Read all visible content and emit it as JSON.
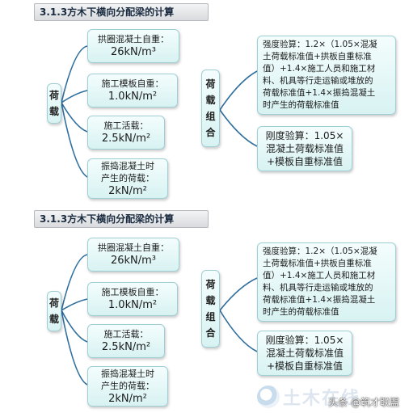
{
  "panels": [
    {
      "title": "3.1.3方木下横向分配梁的计算",
      "load": {
        "label_chars": [
          "荷",
          "载"
        ]
      },
      "loads": [
        {
          "label": "拱圈混凝土自重：",
          "value": "26kN/m³"
        },
        {
          "label": "施工模板自重：",
          "value": "1.0kN/m²"
        },
        {
          "label": "施工活载：",
          "value": "2.5kN/m²"
        },
        {
          "label_lines": [
            "振捣混凝土时",
            "产生的荷载："
          ],
          "value": "2kN/m²"
        }
      ],
      "combination": {
        "label_chars": [
          "荷",
          "载",
          "组",
          "合"
        ]
      },
      "strength_check": [
        "强度验算：1.2×（1.05×混凝",
        "土荷载标准值+拱板自重标准",
        "值）+1.4×施工人员和施工材",
        "料、机具等行走运输或堆放的",
        "荷载标准值+1.4×振捣混凝土",
        "时产生的荷载标准值"
      ],
      "stiffness_check": [
        "刚度验算：1.05×",
        "混凝土荷载标准值",
        "+模板自重标准值"
      ]
    },
    {
      "title": "3.1.3方木下横向分配梁的计算",
      "load": {
        "label_chars": [
          "荷",
          "载"
        ]
      },
      "loads": [
        {
          "label": "拱圈混凝土自重：",
          "value": "26kN/m³"
        },
        {
          "label": "施工模板自重：",
          "value": "1.0kN/m²"
        },
        {
          "label": "施工活载：",
          "value": "2.5kN/m²"
        },
        {
          "label_lines": [
            "振捣混凝土时",
            "产生的荷载："
          ],
          "value": "2kN/m²"
        }
      ],
      "combination": {
        "label_chars": [
          "荷",
          "载",
          "组",
          "合"
        ]
      },
      "strength_check": [
        "强度验算：1.2×（1.05×混凝",
        "土荷载标准值+拱板自重标准",
        "值）+1.4×施工人员和施工材",
        "料、机具等行走运输或堆放的",
        "荷载标准值+1.4×振捣混凝土",
        "时产生的荷载标准值"
      ],
      "stiffness_check": [
        "刚度验算：1.05×",
        "混凝土荷载标准值",
        "+模板自重标准值"
      ]
    }
  ],
  "watermark": {
    "caption": "头条 @筑才联盟",
    "ghost_text": "土木在线"
  }
}
